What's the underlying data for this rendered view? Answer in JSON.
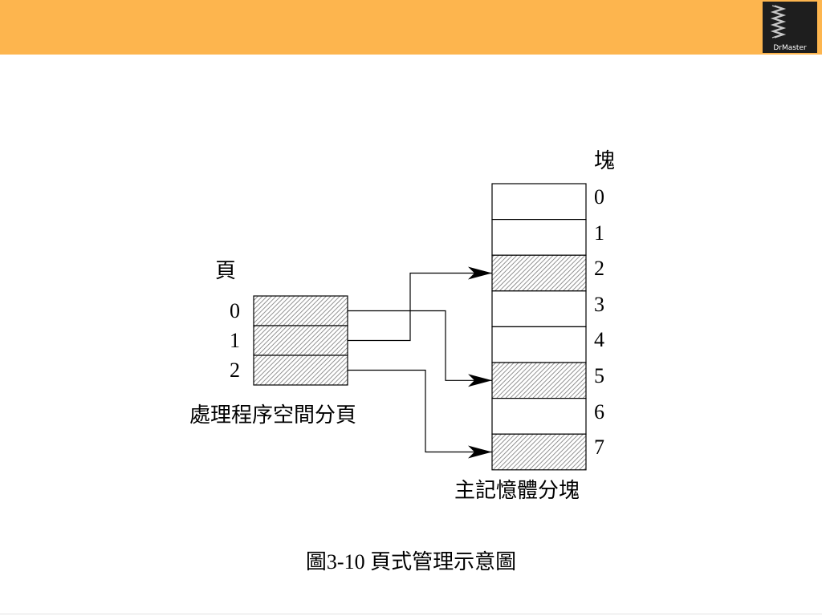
{
  "logo": {
    "text": "DrMaster"
  },
  "page_table": {
    "header": "頁",
    "rows": [
      "0",
      "1",
      "2"
    ],
    "shaded": [
      true,
      true,
      true
    ],
    "label": "處理程序空間分頁"
  },
  "memory": {
    "header": "塊",
    "rows": [
      "0",
      "1",
      "2",
      "3",
      "4",
      "5",
      "6",
      "7"
    ],
    "shaded": [
      false,
      false,
      true,
      false,
      false,
      true,
      false,
      true
    ],
    "label": "主記憶體分塊"
  },
  "mapping": [
    {
      "page": 0,
      "frame": 5
    },
    {
      "page": 1,
      "frame": 2
    },
    {
      "page": 2,
      "frame": 7
    }
  ],
  "caption": "圖3-10  頁式管理示意圖",
  "colors": {
    "accent_bar": "#fdb54e",
    "logo_bg": "#1e1e1e"
  }
}
